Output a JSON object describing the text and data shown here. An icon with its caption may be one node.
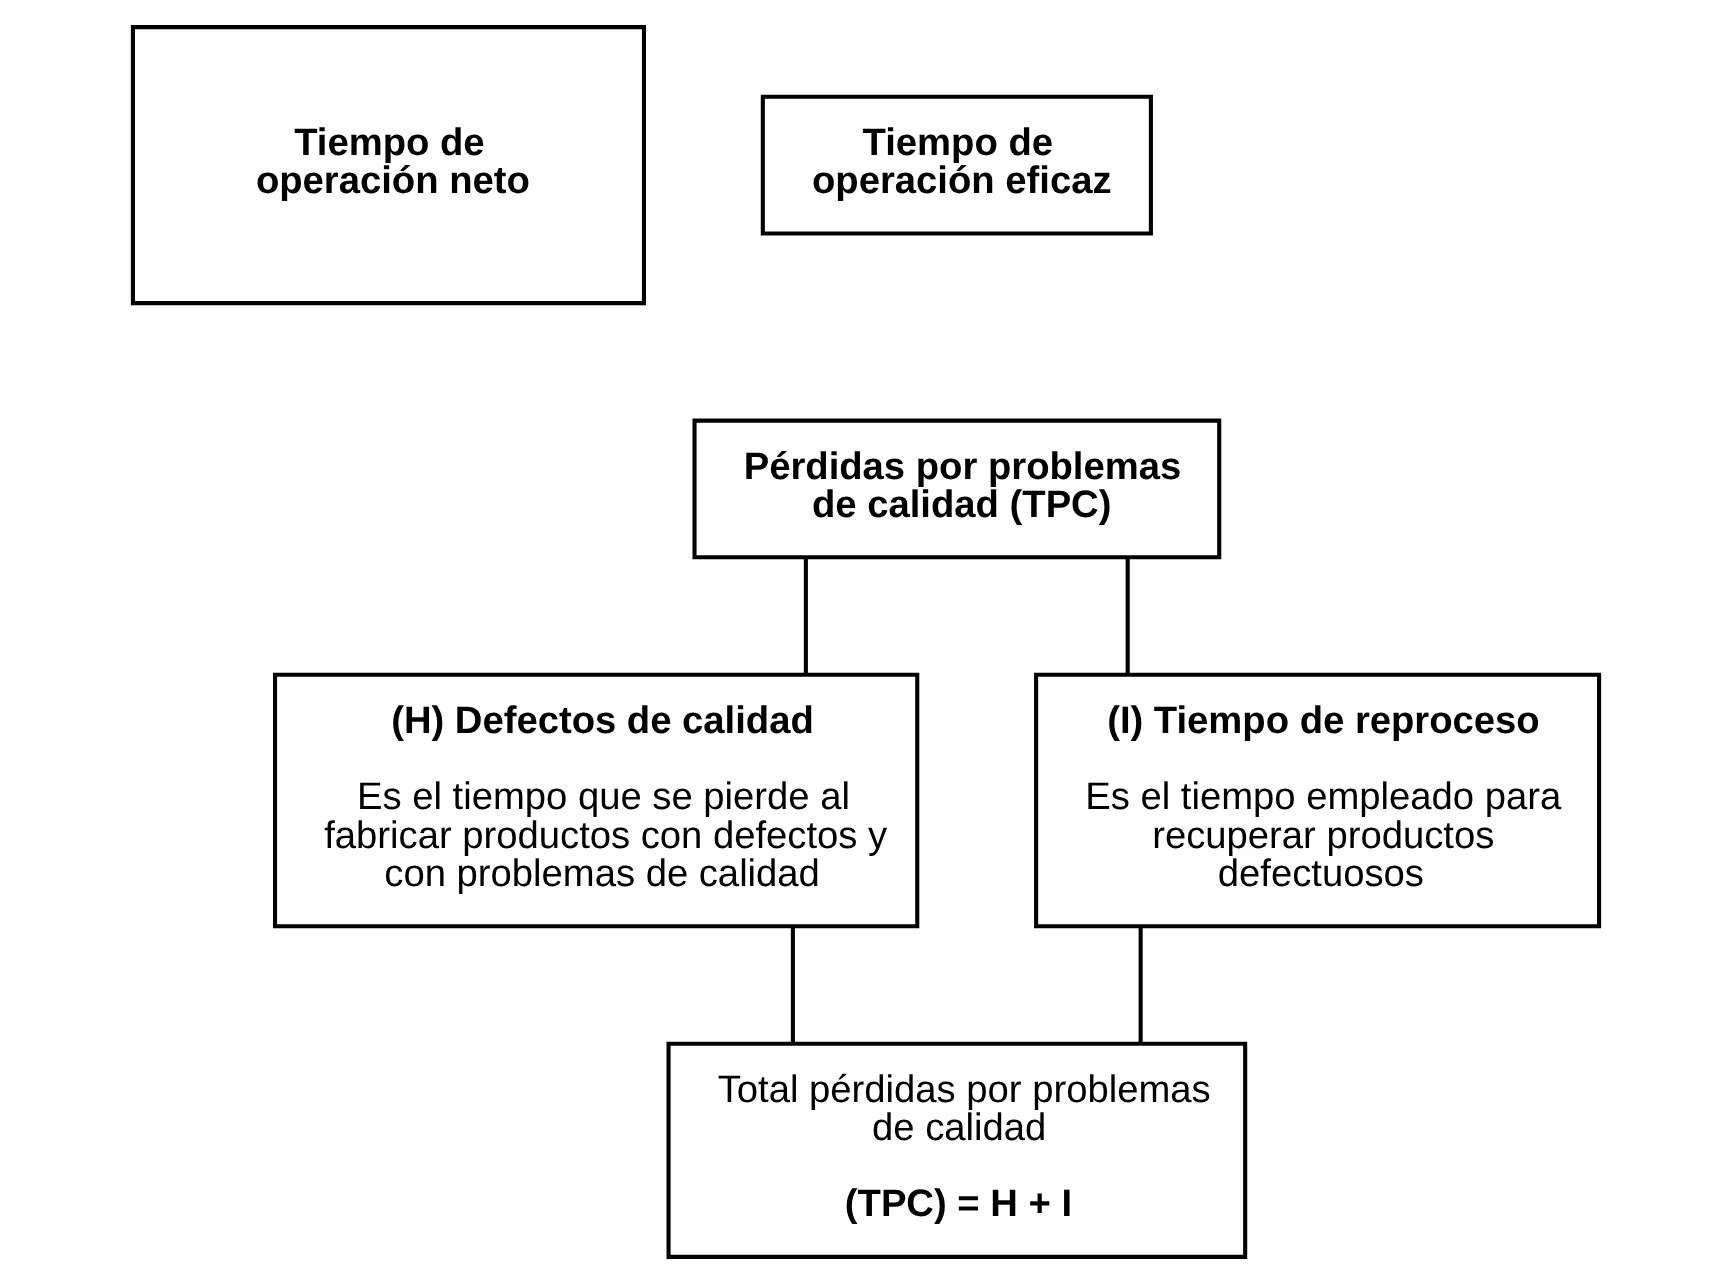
{
  "diagram": {
    "nodes": [
      {
        "text": [
          "Tiempo de operación neto"
        ]
      },
      {
        "text": [
          "Tiempo de operación eficaz"
        ]
      },
      {
        "text": [
          "Pérdidas por problemas de calidad (TPC)"
        ]
      },
      {
        "text": [
          "(H) Defectos de calidad",
          "Es el tiempo que se pierde al fabricar productos con defectos y con problemas de calidad"
        ]
      },
      {
        "text": [
          "(I) Tiempo de reproceso",
          "Es el tiempo empleado para recuperar productos defectuosos"
        ]
      },
      {
        "text": [
          "Total pérdidas por problemas de calidad",
          "(TPC) = H + I"
        ]
      }
    ],
    "edges": [
      {
        "from": 2,
        "to": 3,
        "arrow": "none"
      },
      {
        "from": 2,
        "to": 4,
        "arrow": "none"
      },
      {
        "from": 3,
        "to": 5,
        "arrow": "none"
      },
      {
        "from": 4,
        "to": 5,
        "arrow": "none"
      }
    ]
  }
}
